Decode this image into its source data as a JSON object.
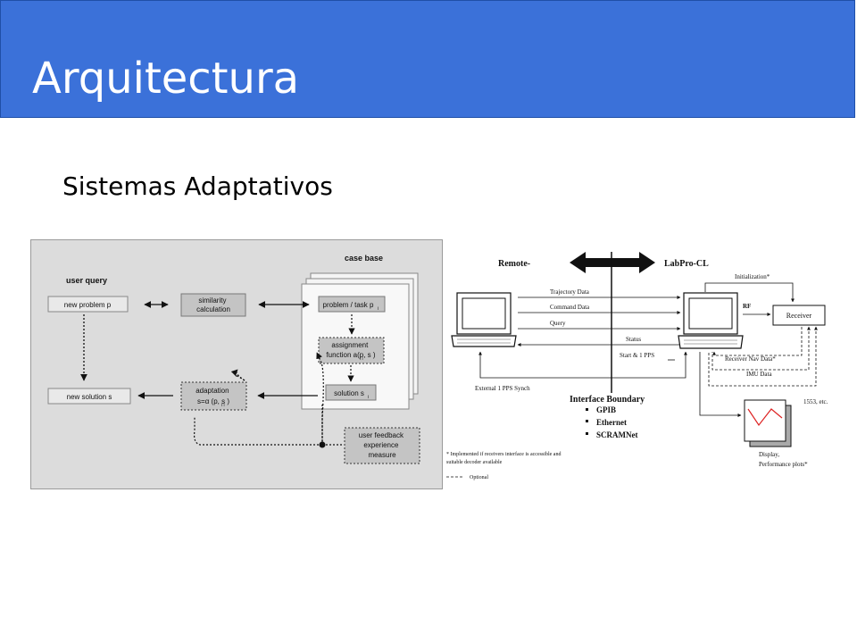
{
  "slide": {
    "title": "Arquitectura",
    "subtitle": "Sistemas Adaptativos",
    "colors": {
      "title_bar": "#3b71d9",
      "title_text": "#ffffff"
    }
  },
  "left_diagram": {
    "user_query": "user query",
    "case_base": "case base",
    "new_problem": "new  problem p",
    "similarity": [
      "similarity",
      "calculation"
    ],
    "problem_task": "problem / task p",
    "problem_task_sub": "i",
    "assignment": [
      "assignment",
      "function a(p, s )"
    ],
    "assignment_sub": "i     i",
    "new_solution": "new  solution s",
    "adaptation": [
      "adaptation",
      "s=α (p, s )"
    ],
    "adaptation_sub": "i      i",
    "solution": "solution s",
    "solution_sub": "i",
    "feedback": [
      "user feedback",
      "experience",
      "measure"
    ]
  },
  "right_diagram": {
    "remote": "Remote-",
    "labpro": "LabPro-CL",
    "trajectory": "Trajectory Data",
    "command": "Command Data",
    "query": "Query",
    "status": "Status",
    "start_pps": "Start & 1 PPS",
    "external_pps": "External 1 PPS Synch",
    "initialization": "Initialization*",
    "rf": "RF",
    "receiver": "Receiver",
    "receiver_nav": "Receiver Nav Data*",
    "imu": "IMU Data",
    "etc1553": "1553, etc.",
    "boundary_title": "Interface Boundary",
    "boundary_items": [
      "GPIB",
      "Ethernet",
      "SCRAMNet"
    ],
    "footnote": [
      "* Implemented if receivers interface is accessible and",
      "   suitable decoder available"
    ],
    "optional": "Optional",
    "display": [
      "Display,",
      "Performance plots*"
    ]
  }
}
